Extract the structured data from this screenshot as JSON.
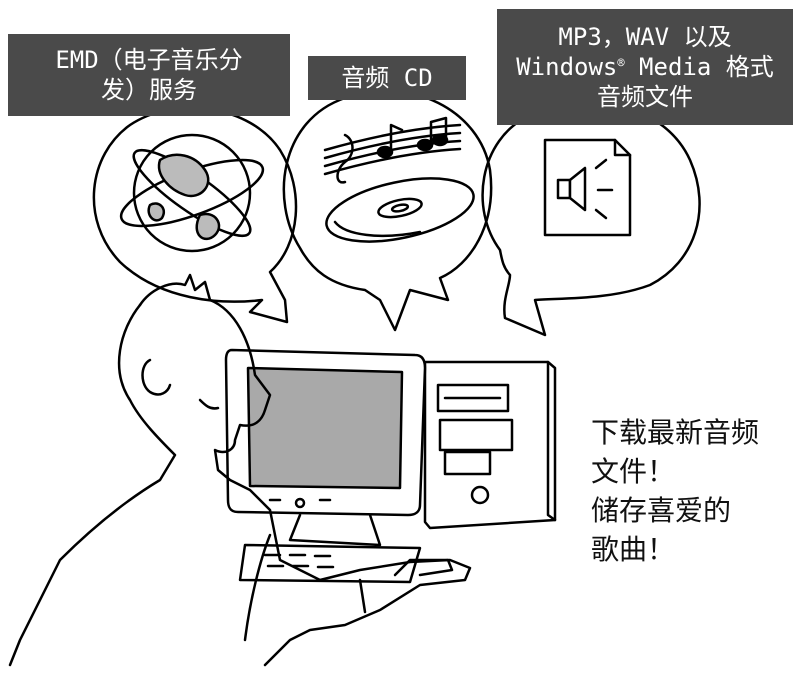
{
  "labels": {
    "emd_line1": "EMD（电子音乐分",
    "emd_line2": "发）服务",
    "cd": "音频 CD",
    "formats_line1": "MP3，WAV 以及",
    "formats_line2_pre": "Windows",
    "formats_line2_sup": "®",
    "formats_line2_post": " Media 格式",
    "formats_line3": "音频文件"
  },
  "caption": {
    "line1": "下载最新音频",
    "line2": "文件！",
    "line3": "储存喜爱的",
    "line4": "歌曲！"
  },
  "colors": {
    "label_bg": "#4a4a4a",
    "label_text": "#ffffff",
    "screen": "#a9a9a9",
    "ink": "#000000"
  },
  "icons": [
    "globe-icon",
    "music-notes-icon",
    "cd-disc-icon",
    "audio-file-icon",
    "speaker-icon",
    "computer-monitor-icon",
    "computer-tower-icon",
    "keyboard-icon",
    "user-figure-icon"
  ]
}
